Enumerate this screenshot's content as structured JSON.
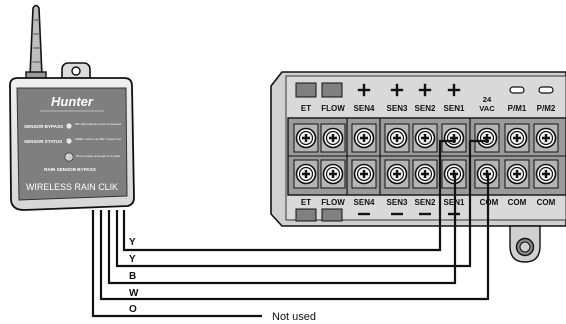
{
  "sensor": {
    "brand": "Hunter",
    "bypass_label": "SENSOR BYPASS",
    "bypass_note": "Rain light indicates sensor is bypassed",
    "status_label": "SENSOR STATUS",
    "status_note": "GREEN = Active to dry, RED = Sensor is wet",
    "press_note": "Press to bypass, press again to re-enable",
    "rain_bypass_label": "RAIN SENSOR BYPASS",
    "product_name": "WIRELESS RAIN CLIK",
    "colors": {
      "body": "#e6e6e6",
      "dark_panel": "#7f7f7f"
    }
  },
  "controller": {
    "top_labels": [
      "ET",
      "FLOW",
      "SEN4",
      "SEN3",
      "SEN2",
      "SEN1",
      "24 VAC",
      "P/M1",
      "P/M2"
    ],
    "bottom_labels": [
      "ET",
      "FLOW",
      "SEN4",
      "SEN3",
      "SEN2",
      "SEN1",
      "COM",
      "COM",
      "COM"
    ],
    "colors": {
      "strip": "#d0d0d0",
      "terminal": "#9a9a9a",
      "dark_tab": "#808080"
    }
  },
  "wires": [
    {
      "label": "Y"
    },
    {
      "label": "Y"
    },
    {
      "label": "B"
    },
    {
      "label": "W"
    },
    {
      "label": "O"
    }
  ],
  "not_used_label": "Not used"
}
